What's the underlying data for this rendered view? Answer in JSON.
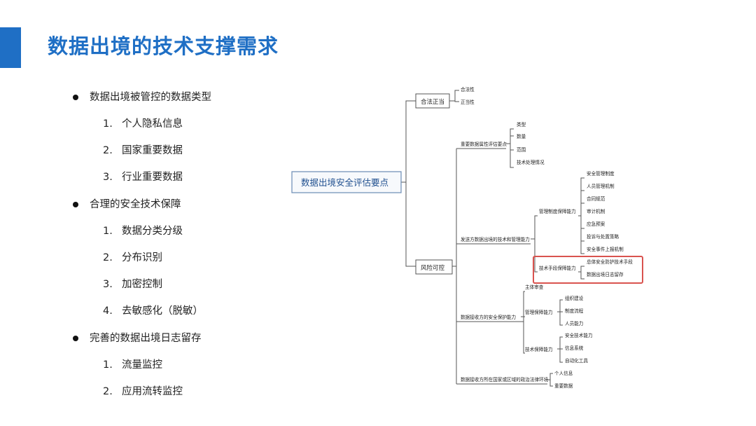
{
  "title": "数据出境的技术支撑需求",
  "bullets": [
    {
      "text": "数据出境被管控的数据类型",
      "items": [
        {
          "num": "1.",
          "text": "个人隐私信息"
        },
        {
          "num": "2.",
          "text": "国家重要数据"
        },
        {
          "num": "3.",
          "text": "行业重要数据"
        }
      ]
    },
    {
      "text": "合理的安全技术保障",
      "items": [
        {
          "num": "1.",
          "text": "数据分类分级"
        },
        {
          "num": "2.",
          "text": "分布识别"
        },
        {
          "num": "3.",
          "text": "加密控制"
        },
        {
          "num": "4.",
          "text": "去敏感化（脱敏）"
        }
      ]
    },
    {
      "text": "完善的数据出境日志留存",
      "items": [
        {
          "num": "1.",
          "text": "流量监控"
        },
        {
          "num": "2.",
          "text": "应用流转监控"
        }
      ]
    }
  ],
  "mindmap": {
    "root": "数据出境安全评估要点",
    "branch_legal": "合法正当",
    "legal_items": [
      "合法性",
      "正当性"
    ],
    "branch_risk": "风险可控",
    "important_data": "重要数据属性评估要点",
    "important_items": [
      "类型",
      "数量",
      "范围",
      "技术处理情况"
    ],
    "sender_capability": "发送方数据出境的技术和管理能力",
    "mgmt_capability": "管理制度保障能力",
    "mgmt_items": [
      "安全管理制度",
      "人员管理机制",
      "合同规范",
      "审计机制",
      "应急预案",
      "投诉与处置策略",
      "安全事件上报机制"
    ],
    "tech_capability": "技术手段保障能力",
    "tech_items": [
      "总体安全防护技术手段",
      "数据出境日志留存"
    ],
    "receiver_capability": "数据接收方的安全保护能力",
    "receiver_subject": "主体审查",
    "receiver_mgmt": "管理保障能力",
    "receiver_mgmt_items": [
      "组织建设",
      "制度流程",
      "人员能力"
    ],
    "receiver_tech": "技术保障能力",
    "receiver_tech_items": [
      "安全技术能力",
      "信息系统",
      "自动化工具"
    ],
    "env": "数据接收方所在国家或区域的政治法律环境",
    "env_items": [
      "个人信息",
      "重要数据"
    ]
  }
}
